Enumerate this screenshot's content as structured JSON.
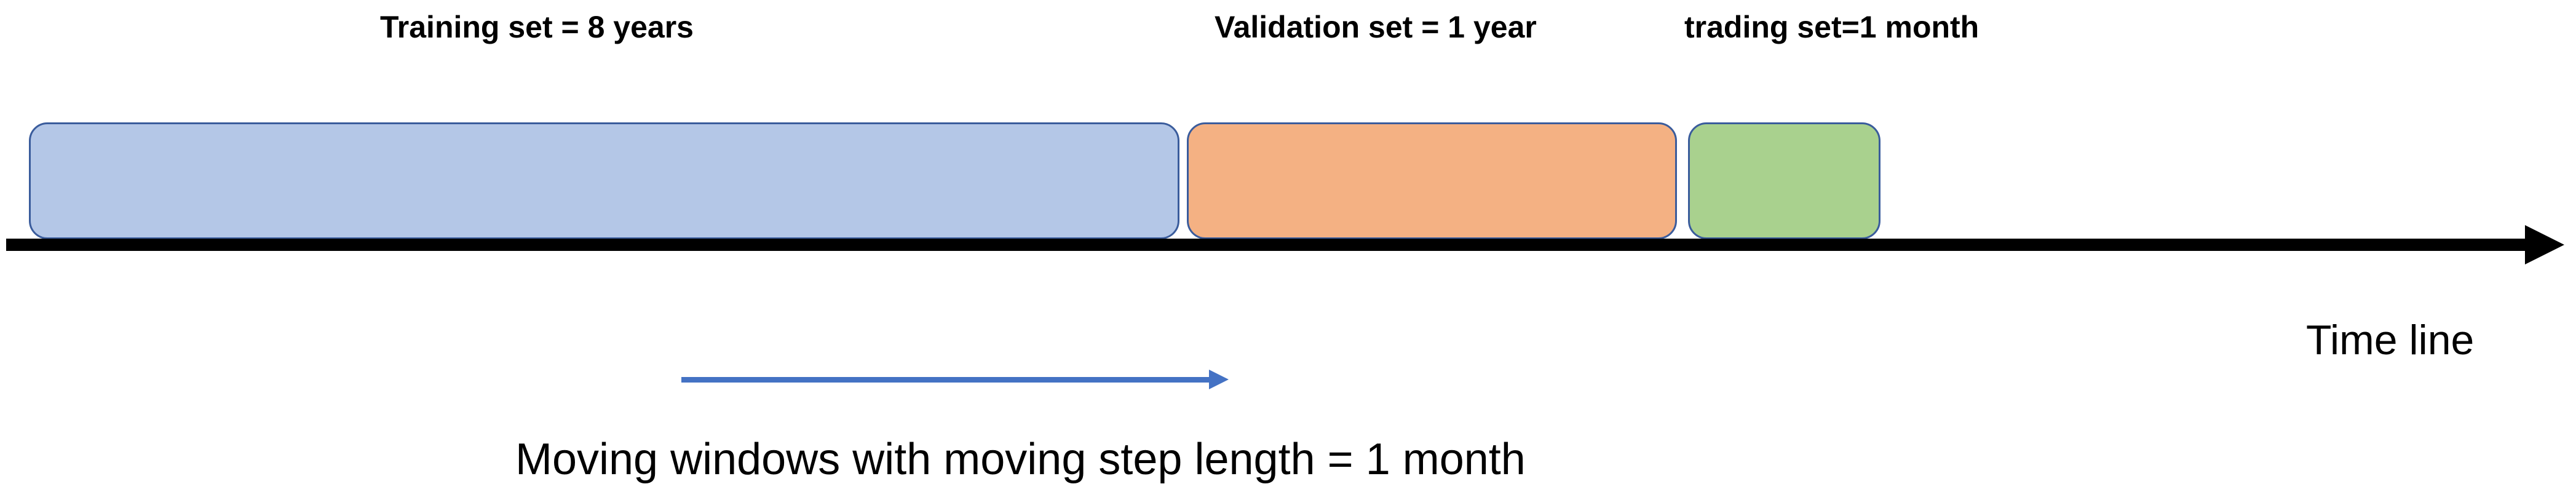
{
  "diagram": {
    "type": "timeline-moving-window",
    "segments": [
      {
        "key": "training",
        "label": "Training set = 8 years",
        "duration": "8 years",
        "fill": "#B4C7E7"
      },
      {
        "key": "validation",
        "label": "Validation set = 1 year",
        "duration": "1 year",
        "fill": "#F4B183"
      },
      {
        "key": "trading",
        "label": "trading set=1 month",
        "duration": "1 month",
        "fill": "#A9D18E"
      }
    ],
    "timeline": {
      "label": "Time line",
      "color": "#000000"
    },
    "moving_window": {
      "caption": "Moving windows with moving step length = 1 month",
      "step": "1 month",
      "arrow_color": "#4472C4"
    },
    "colors": {
      "box_border": "#3A5C9C",
      "training_fill": "#B4C7E7",
      "validation_fill": "#F4B183",
      "trading_fill": "#A9D18E",
      "timeline": "#000000",
      "moving_arrow": "#4472C4"
    }
  }
}
